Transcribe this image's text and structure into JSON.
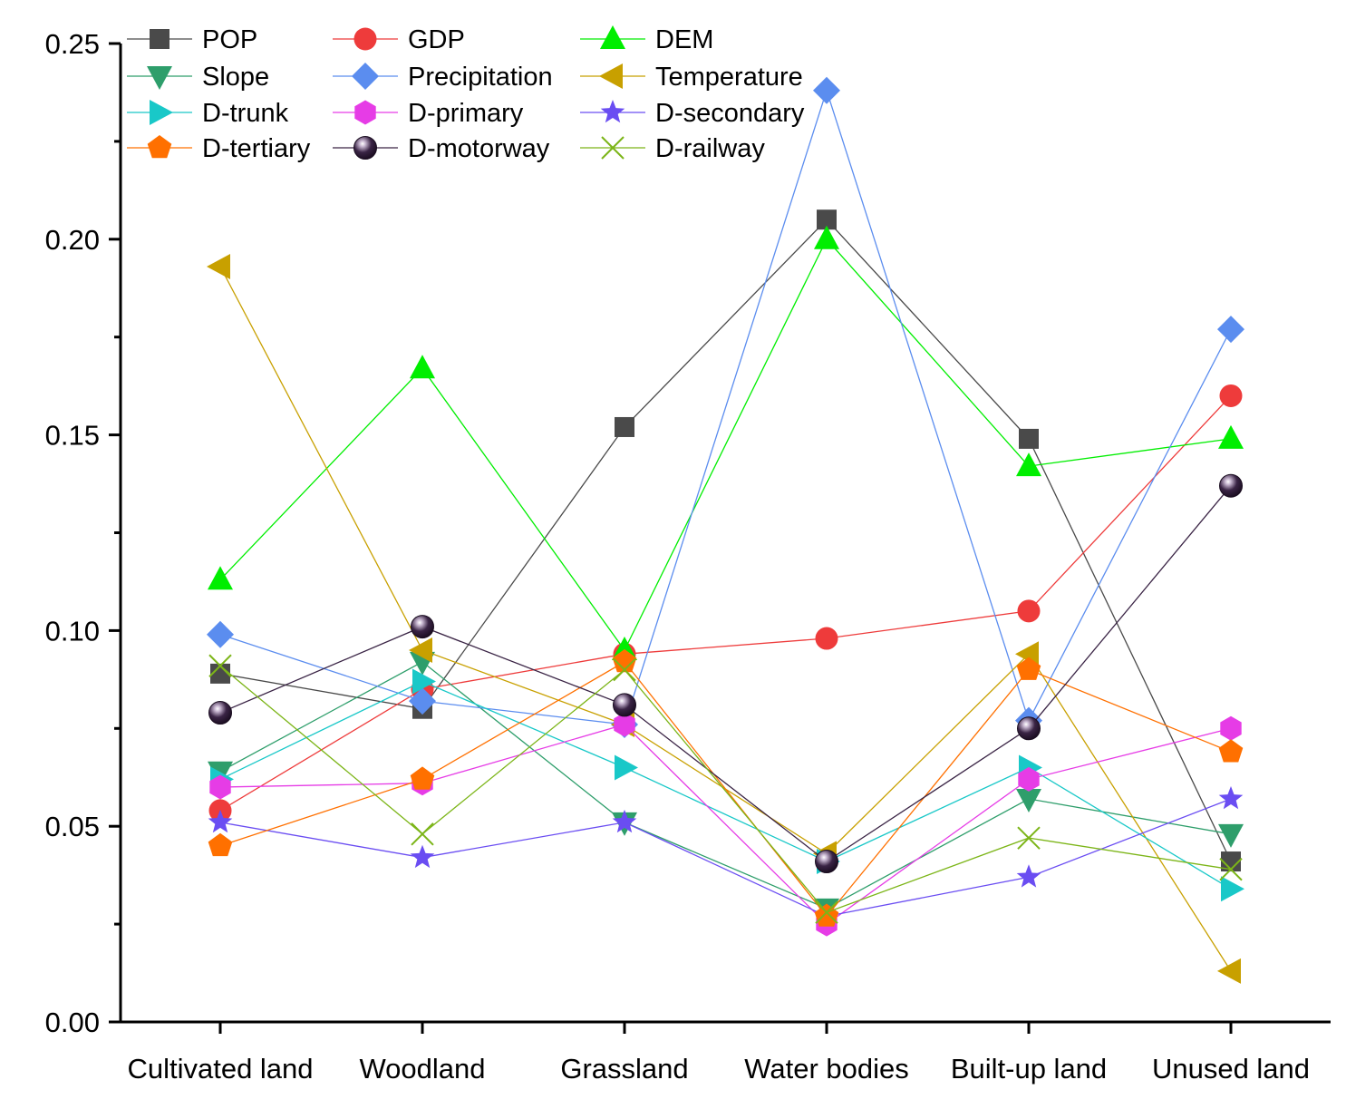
{
  "chart_data": {
    "type": "line",
    "title": "",
    "xlabel": "",
    "ylabel": "",
    "categories": [
      "Cultivated land",
      "Woodland",
      "Grassland",
      "Water bodies",
      "Built-up land",
      "Unused land"
    ],
    "ylim": [
      0,
      0.25
    ],
    "yticks": [
      "0.00",
      "0.05",
      "0.10",
      "0.15",
      "0.20",
      "0.25"
    ],
    "grid": false,
    "legend_position": "top-left",
    "series": [
      {
        "name": "POP",
        "color": "#4a4a4a",
        "marker": "square",
        "values": [
          0.089,
          0.08,
          0.152,
          0.205,
          0.149,
          0.041
        ]
      },
      {
        "name": "GDP",
        "color": "#ee3b3b",
        "marker": "circle",
        "values": [
          0.054,
          0.085,
          0.094,
          0.098,
          0.105,
          0.16
        ]
      },
      {
        "name": "DEM",
        "color": "#00ee00",
        "marker": "triangle-up",
        "values": [
          0.113,
          0.167,
          0.095,
          0.2,
          0.142,
          0.149
        ]
      },
      {
        "name": "Slope",
        "color": "#2e9e6b",
        "marker": "triangle-down",
        "values": [
          0.064,
          0.092,
          0.051,
          0.029,
          0.057,
          0.048
        ]
      },
      {
        "name": "Precipitation",
        "color": "#5b8def",
        "marker": "diamond",
        "values": [
          0.099,
          0.082,
          0.076,
          0.238,
          0.077,
          0.177
        ]
      },
      {
        "name": "Temperature",
        "color": "#c8a000",
        "marker": "triangle-left",
        "values": [
          0.193,
          0.095,
          0.076,
          0.043,
          0.094,
          0.013
        ]
      },
      {
        "name": "D-trunk",
        "color": "#19c8c8",
        "marker": "triangle-right",
        "values": [
          0.062,
          0.087,
          0.065,
          0.041,
          0.065,
          0.034
        ]
      },
      {
        "name": "D-primary",
        "color": "#e63ce6",
        "marker": "hexagon",
        "values": [
          0.06,
          0.061,
          0.076,
          0.025,
          0.062,
          0.075
        ]
      },
      {
        "name": "D-secondary",
        "color": "#6a4df2",
        "marker": "star",
        "values": [
          0.051,
          0.042,
          0.051,
          0.027,
          0.037,
          0.057
        ]
      },
      {
        "name": "D-tertiary",
        "color": "#ff7000",
        "marker": "pentagon",
        "values": [
          0.045,
          0.062,
          0.092,
          0.027,
          0.09,
          0.069
        ]
      },
      {
        "name": "D-motorway",
        "color": "#3a2445",
        "marker": "sphere",
        "values": [
          0.079,
          0.101,
          0.081,
          0.041,
          0.075,
          0.137
        ]
      },
      {
        "name": "D-railway",
        "color": "#7cb518",
        "marker": "x",
        "values": [
          0.091,
          0.048,
          0.09,
          0.028,
          0.047,
          0.039
        ]
      }
    ]
  }
}
